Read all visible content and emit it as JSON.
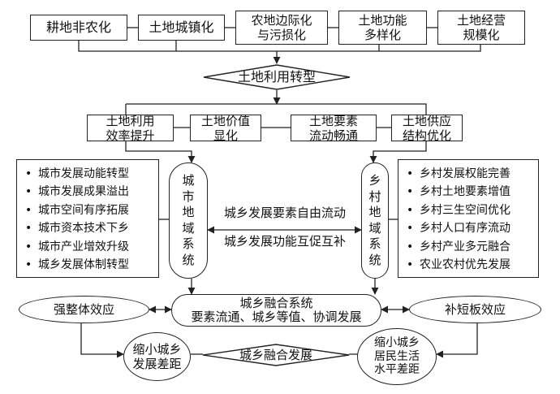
{
  "top_row": [
    "耕地非农化",
    "土地城镇化",
    "农地边际化\n与污损化",
    "土地功能\n多样化",
    "土地经营\n规模化"
  ],
  "transition": "土地利用转型",
  "second_row": [
    "土地利用\n效率提升",
    "土地价值\n显化",
    "土地要素\n流动畅通",
    "土地供应\n结构优化"
  ],
  "urban_system": "城市地域系统",
  "rural_system": "乡村地域系统",
  "urban_items": [
    "城市发展动能转型",
    "城市发展成果溢出",
    "城市空间有序拓展",
    "城市资本技术下乡",
    "城市产业增效升级",
    "城乡发展体制转型"
  ],
  "rural_items": [
    "乡村发展权能完善",
    "乡村土地要素增值",
    "乡村三生空间优化",
    "乡村人口有序流动",
    "乡村产业多元融合",
    "农业农村优先发展"
  ],
  "flow_lines": [
    "城乡发展要素自由流动",
    "城乡发展功能互促互补"
  ],
  "fusion_system": {
    "title": "城乡融合系统",
    "subtitle": "要素流通、城乡等值、协调发展"
  },
  "left_effect": "强整体效应",
  "right_effect": "补短板效应",
  "left_result": "缩小城乡\n发展差距",
  "right_result": "缩小城乡\n居民生活\n水平差距",
  "fusion_development": "城乡融合发展"
}
